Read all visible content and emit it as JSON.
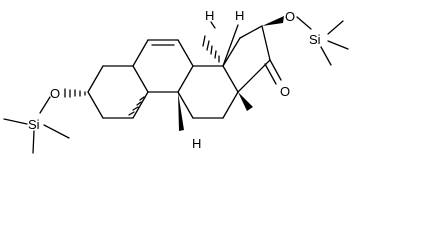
{
  "molecule": {
    "labels": {
      "o_c16": "O",
      "si_right": "Si",
      "o_c3": "O",
      "si_left": "Si",
      "o_ketone": "O",
      "h_c14": "H",
      "h_c8": "H",
      "h_c9": "H"
    }
  }
}
